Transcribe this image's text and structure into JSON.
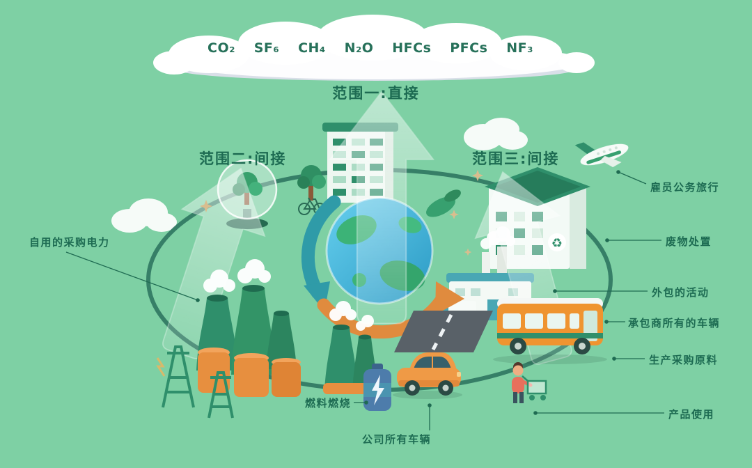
{
  "colors": {
    "background": "#7ed0a4",
    "text_dark_green": "#1d6b52",
    "accent_orange": "#ef9430",
    "accent_teal": "#2f9ba8",
    "accent_green": "#2f8f6b"
  },
  "cloud": {
    "gases": [
      "CO₂",
      "SF₆",
      "CH₄",
      "N₂O",
      "HFCs",
      "PFCs",
      "NF₃"
    ]
  },
  "scopes": {
    "scope1": "范围一:直接",
    "scope2": "范围二:间接",
    "scope3": "范围三:间接"
  },
  "callouts": {
    "purchased_electricity": "自用的采购电力",
    "business_travel": "雇员公务旅行",
    "waste_disposal": "废物处置",
    "outsourced_activities": "外包的活动",
    "contractor_vehicles": "承包商所有的车辆",
    "purchased_materials": "生产采购原料",
    "product_use": "产品使用",
    "fuel_combustion": "燃料燃烧",
    "company_vehicles": "公司所有车辆"
  }
}
